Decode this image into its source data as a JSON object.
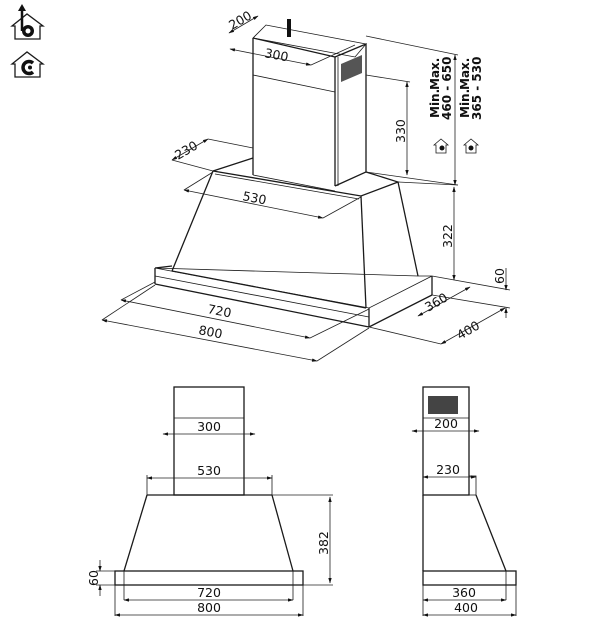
{
  "legend": {
    "ducted_icon": "ducted-extraction-house-icon",
    "recirculating_icon": "recirculating-house-icon"
  },
  "iso_view": {
    "chimney_depth": "200",
    "chimney_width": "300",
    "chimney_height": "330",
    "canopy_top_depth": "230",
    "canopy_top_width": "530",
    "canopy_height": "322",
    "base_height": "60",
    "base_inner_depth": "360",
    "base_outer_depth": "400",
    "base_inner_width": "720",
    "base_outer_width": "800",
    "ducted_range": {
      "min_label": "Min.",
      "max_label": "Max.",
      "value": "460 - 650"
    },
    "recirc_range": {
      "min_label": "Min.",
      "max_label": "Max.",
      "value": "365 - 530"
    }
  },
  "front_view": {
    "chimney_width": "300",
    "canopy_top_width": "530",
    "canopy_height": "382",
    "base_height": "60",
    "base_inner_width": "720",
    "base_outer_width": "800"
  },
  "side_view": {
    "chimney_depth": "200",
    "canopy_top_depth": "230",
    "base_inner_depth": "360",
    "base_outer_depth": "400"
  }
}
